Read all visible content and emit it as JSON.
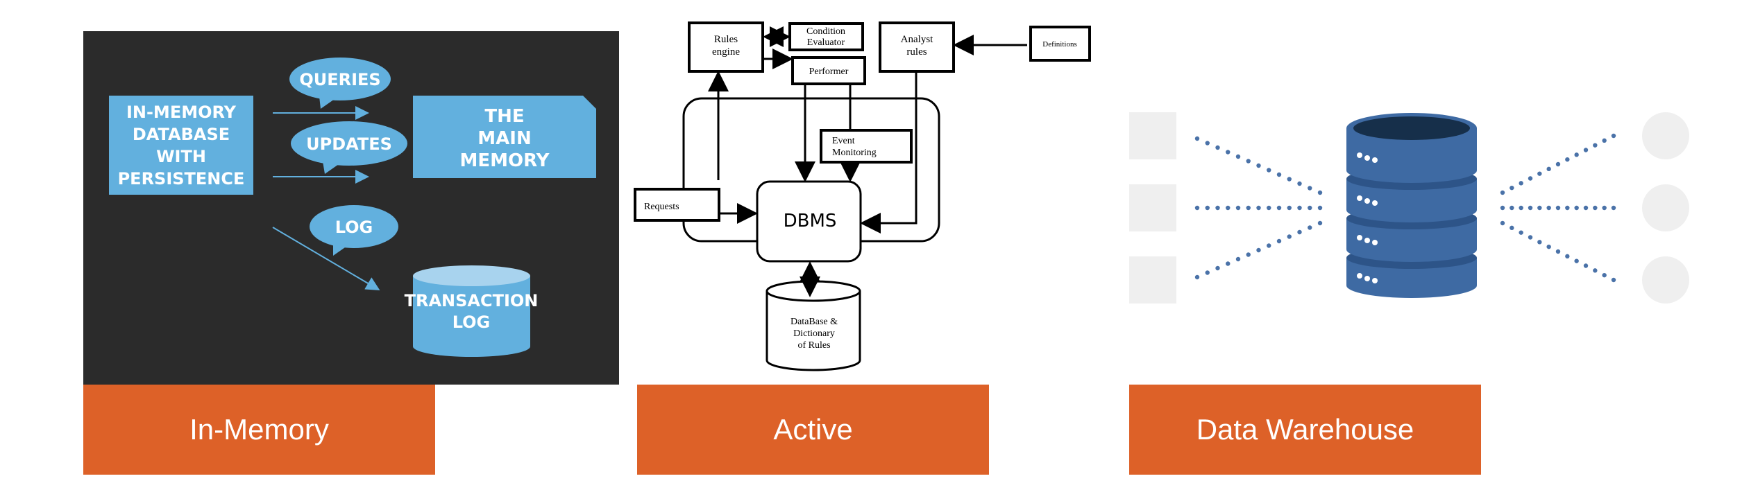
{
  "inmemory": {
    "db_lines": [
      "IN-MEMORY",
      "DATABASE",
      "WITH",
      "PERSISTENCE"
    ],
    "queries": "QUERIES",
    "updates": "UPDATES",
    "log": "LOG",
    "main_memory_lines": [
      "THE",
      "MAIN",
      "MEMORY"
    ],
    "transaction_log_lines": [
      "TRANSACTION",
      "LOG"
    ],
    "colors": {
      "background": "#2b2b2b",
      "blue": "#62b0de"
    }
  },
  "active": {
    "rules_engine_lines": [
      "Rules",
      "engine"
    ],
    "condition_evaluator_lines": [
      "Condition",
      "Evaluator"
    ],
    "performer": "Performer",
    "analyst_rules_lines": [
      "Analyst",
      "rules"
    ],
    "definitions": "Definitions",
    "event_monitoring_lines": [
      "Event",
      "Monitoring"
    ],
    "requests": "Requests",
    "dbms": "DBMS",
    "database_lines": [
      "DataBase &",
      "Dictionary",
      "of Rules"
    ]
  },
  "data_warehouse": {
    "icon": "database-stack-icon",
    "colors": {
      "cylinder": "#3e6aa3",
      "dots": "#4a72a8",
      "placeholder": "#efefef"
    }
  },
  "labels": [
    "In-Memory",
    "Active",
    "Data Warehouse"
  ],
  "accent": "#dd6128"
}
